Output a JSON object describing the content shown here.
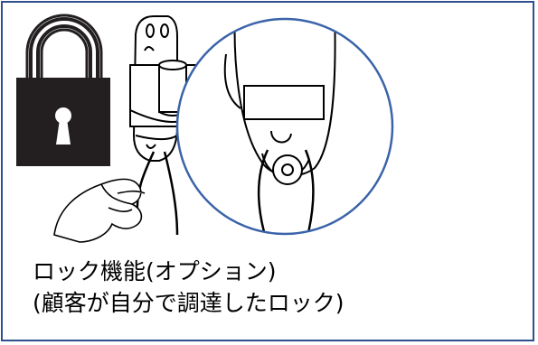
{
  "caption": {
    "line1": "ロック機能(オプション)",
    "line2": "(顧客が自分で調達したロック)"
  },
  "colors": {
    "border": "#2f4f8f",
    "lock": "#231f20",
    "magnifier_ring": "#3a63a8"
  },
  "icons": [
    "padlock-icon",
    "device-mount-illustration",
    "hand-illustration",
    "magnified-lock-detail"
  ]
}
